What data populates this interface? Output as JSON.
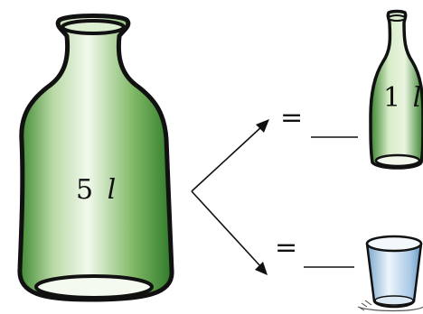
{
  "large_bottle": {
    "amount": "5",
    "unit": "l"
  },
  "small_bottle": {
    "amount": "1",
    "unit": "l"
  },
  "rows": [
    {
      "equals": "="
    },
    {
      "equals": "="
    }
  ],
  "colors": {
    "glass_green": "#4f9a3c",
    "glass_light": "#eef7e6",
    "outline": "#111111",
    "cup_blue": "#8fb8dc"
  }
}
